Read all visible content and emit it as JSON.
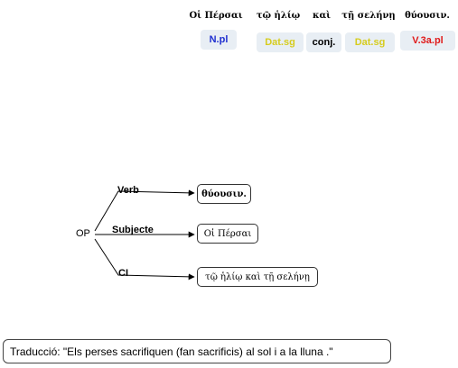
{
  "gloss": {
    "words": [
      {
        "text": "Οἱ Πέρσαι",
        "tag": "N.pl",
        "tag_color": "#1f2fd0"
      },
      {
        "text": "τῷ ἡλίῳ",
        "tag": "Dat.sg",
        "tag_color": "#d6cc1e"
      },
      {
        "text": "καὶ",
        "tag": "conj.",
        "tag_color": "#000000"
      },
      {
        "text": "τῇ σελήνῃ",
        "tag": "Dat.sg",
        "tag_color": "#d6cc1e"
      },
      {
        "text": "θύουσιν.",
        "tag": "V.3a.pl",
        "tag_color": "#e01a1a"
      }
    ],
    "tag_background": "#e8eef4"
  },
  "tree": {
    "root": "OP",
    "branches": [
      {
        "relation": "Verb",
        "node": "θύουσιν."
      },
      {
        "relation": "Subjecte",
        "node": "Οἱ Πέρσαι"
      },
      {
        "relation": "CI",
        "node": "τῷ ἡλίῳ καὶ τῇ σελήνῃ"
      }
    ]
  },
  "translation": "Traducció: \"Els perses sacrifiquen (fan sacrificis) al sol i a la lluna .\""
}
